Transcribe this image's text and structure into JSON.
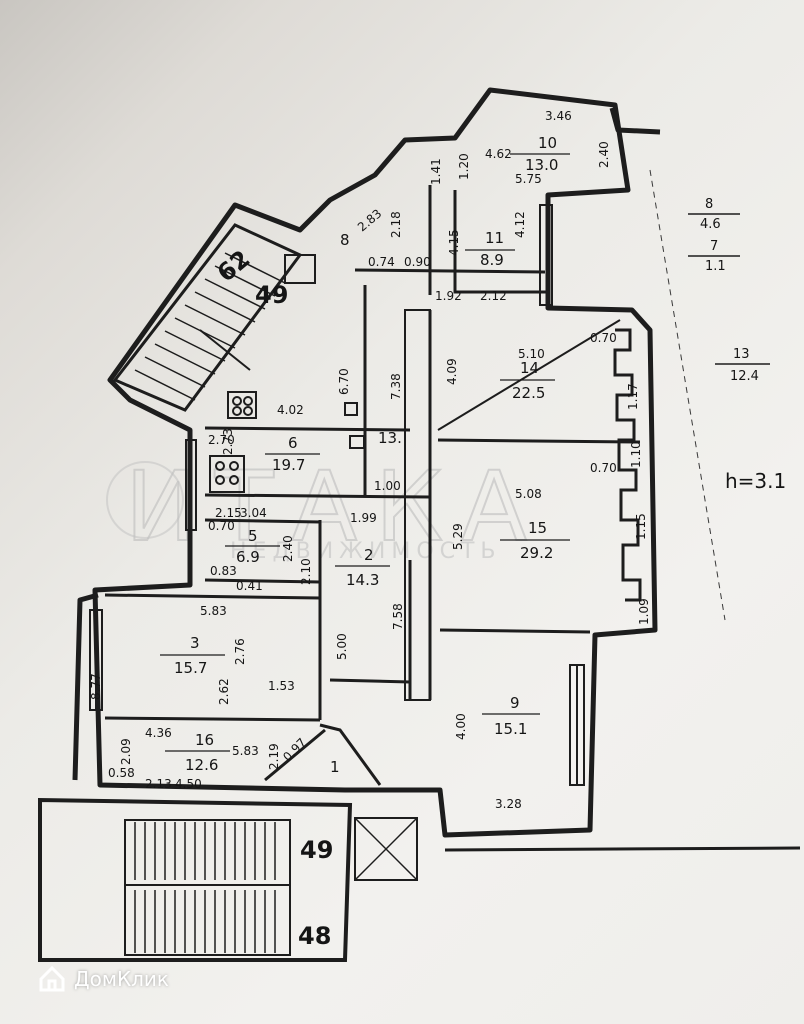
{
  "watermark": {
    "main": "ИТАКА",
    "sub": "НЕДВИЖИМОСТЬ"
  },
  "brand": {
    "logo_text": "ДомКлик"
  },
  "height_note": "h=3.1",
  "legend": [
    {
      "room": "8",
      "area": "4.6"
    },
    {
      "room": "7",
      "area": "1.1"
    },
    {
      "room": "13",
      "area": "12.4"
    }
  ],
  "rooms": {
    "r10": {
      "number": "10",
      "area": "13.0"
    },
    "r11": {
      "number": "11",
      "area": "8.9"
    },
    "r14": {
      "number": "14",
      "area": "22.5"
    },
    "r15": {
      "number": "15",
      "area": "29.2"
    },
    "r9": {
      "number": "9",
      "area": "15.1"
    },
    "r6": {
      "number": "6",
      "area": "19.7"
    },
    "r5": {
      "number": "5",
      "area": "6.9"
    },
    "r2": {
      "number": "2",
      "area": "14.3"
    },
    "r3": {
      "number": "3",
      "area": "15.7"
    },
    "r16": {
      "number": "16",
      "area": "12.6"
    },
    "r13": {
      "number": "13."
    },
    "r8": {
      "number": "8"
    },
    "r1": {
      "number": "1"
    }
  },
  "stairs": {
    "upper_a": "62",
    "upper_b": "49",
    "lower_a": "49",
    "lower_b": "48"
  },
  "dims": {
    "d346": "3.46",
    "d462": "4.62",
    "d575": "5.75",
    "d240": "2.40",
    "d141": "1.41",
    "d120": "1.20",
    "d412": "4.12",
    "d415": "4.15",
    "d192": "1.92",
    "d212": "2.12",
    "d283": "2.83",
    "d218": "2.18",
    "d074": "0.74",
    "d090": "0.90",
    "d510": "5.10",
    "d409": "4.09",
    "d070a": "0.70",
    "d117": "1.17",
    "d402": "4.02",
    "d670": "6.70",
    "d738": "7.38",
    "d270": "2.70",
    "d273": "2.73",
    "d508": "5.08",
    "d070b": "0.70",
    "d110": "1.10",
    "d115": "1.15",
    "d109": "1.09",
    "d100": "1.00",
    "d304": "3.04",
    "d215": "2.15",
    "d199": "1.99",
    "d529": "5.29",
    "d070c": "0.70",
    "d240b": "2.40",
    "d083": "0.83",
    "d041": "0.41",
    "d210": "2.10",
    "d583": "5.83",
    "d276": "2.76",
    "d877": "8.77",
    "d262": "2.62",
    "d153": "1.53",
    "d500": "5.00",
    "d758": "7.58",
    "d400": "4.00",
    "d436": "4.36",
    "d209": "2.09",
    "d583b": "5.83",
    "d097": "0.97",
    "d219": "2.19",
    "d058": "0.58",
    "d213": "2.13",
    "d450": "4.50",
    "d328": "3.28"
  }
}
